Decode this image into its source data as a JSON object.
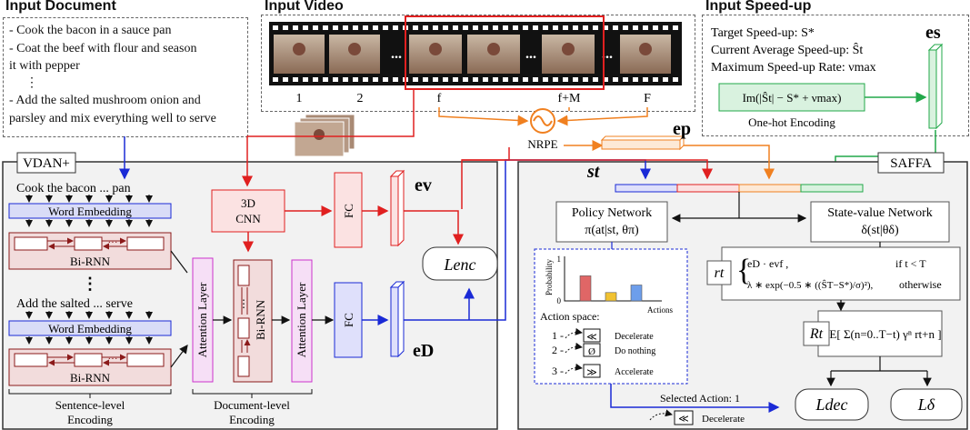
{
  "input_document": {
    "title": "Input Document",
    "lines": [
      "- Cook the bacon in a sauce pan",
      "- Coat the beef with flour and season",
      "it with pepper",
      "⋮",
      "- Add the salted mushroom onion and",
      "parsley and mix everything well to serve"
    ]
  },
  "input_video": {
    "title": "Input Video",
    "frame_labels": [
      "1",
      "2",
      "f",
      "f+M",
      "F"
    ]
  },
  "input_speedup": {
    "title": "Input Speed-up",
    "lines": [
      "Target Speed-up: S*",
      "Current Average Speed-up: Ŝt",
      "Maximum Speed-up Rate: νmax"
    ],
    "es_label": "es",
    "onehot_formula": "Im(|Ŝt| − S* + νmax)",
    "onehot_caption": "One-hot Encoding"
  },
  "nrpe": {
    "label": "NRPE",
    "ep_label": "ep"
  },
  "vdan": {
    "label": "VDAN+",
    "sentence1": "Cook the bacon ... pan",
    "sentence2": "Add the salted ... serve",
    "word_embedding": "Word Embedding",
    "birnn": "Bi-RNN",
    "attention": "Attention Layer",
    "doc_birnn": "Bi-RNN",
    "cnn_line1": "3D",
    "cnn_line2": "CNN",
    "fc": "FC",
    "ev_label": "ev",
    "ed_label": "eD",
    "loss_enc": "Lenc",
    "sentence_caption_1": "Sentence-level",
    "sentence_caption_2": "Encoding",
    "document_caption_1": "Document-level",
    "document_caption_2": "Encoding"
  },
  "saffa": {
    "label": "SAFFA",
    "st_label": "st",
    "policy_title": "Policy Network",
    "policy_formula": "π(at|st, θπ)",
    "value_title": "State-value Network",
    "value_formula": "δ(st|θδ)",
    "prob_axis": "Probability",
    "actions_axis": "Actions",
    "action_space_title": "Action space:",
    "actions": [
      {
        "num": "1 -",
        "glyph": "≪",
        "name": "Decelerate"
      },
      {
        "num": "2 -",
        "glyph": "Ø",
        "name": "Do nothing"
      },
      {
        "num": "3 -",
        "glyph": "≫",
        "name": "Accelerate"
      }
    ],
    "reward_label": "rt",
    "reward_case1": "eD · evf ,",
    "reward_cond1": "if t < T",
    "reward_case2": "λ ∗ exp(−0.5 ∗ ((ŜT−S*)/σ)²),",
    "reward_cond2": "otherwise",
    "return_label": "Rt",
    "return_formula": "E[ Σ(n=0..T−t) γⁿ rt+n ]",
    "selected_action": "Selected Action: 1",
    "selected_glyph": "≪",
    "selected_name": "Decelerate",
    "loss_dec": "Ldec",
    "loss_delta": "Lδ"
  },
  "chart_data": {
    "type": "bar",
    "categories": [
      "1",
      "2",
      "3"
    ],
    "values": [
      0.6,
      0.2,
      0.38
    ],
    "colors": [
      "#e06666",
      "#f1c232",
      "#6d9eeb"
    ],
    "ylim": [
      0,
      1
    ],
    "ytick_labels": [
      "0",
      "1"
    ]
  },
  "colors": {
    "red": "#e02020",
    "blue": "#1a2ad6",
    "orange": "#f08020",
    "green": "#22a84a",
    "purple": "#cc33cc",
    "brown": "#8b1a1a"
  }
}
